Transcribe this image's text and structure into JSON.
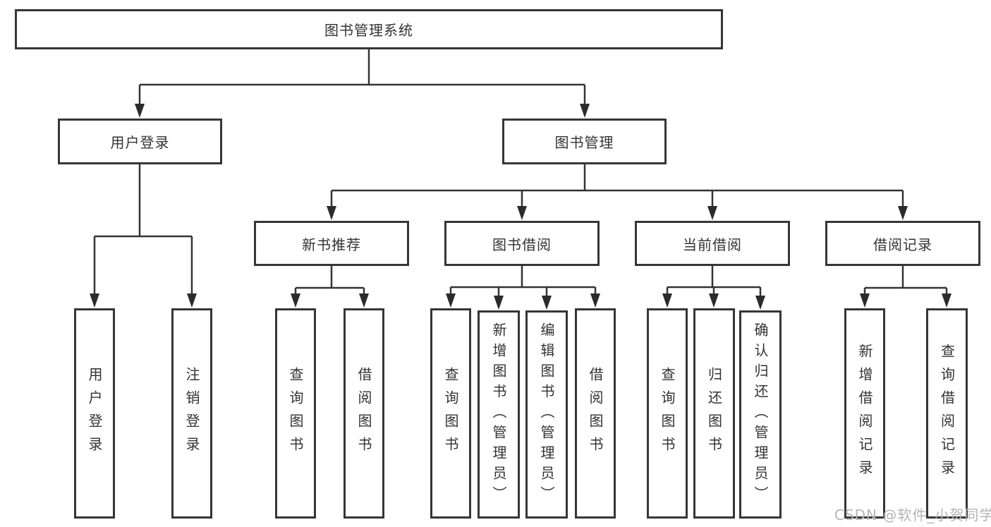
{
  "tree": {
    "root": "图书管理系统",
    "branches": [
      {
        "label": "用户登录",
        "children": [
          "用户登录",
          "注销登录"
        ]
      },
      {
        "label": "图书管理",
        "groups": [
          {
            "label": "新书推荐",
            "children": [
              "查询图书",
              "借阅图书"
            ]
          },
          {
            "label": "图书借阅",
            "children": [
              "查询图书",
              "新增图书（管理员）",
              "编辑图书（管理员）",
              "借阅图书"
            ]
          },
          {
            "label": "当前借阅",
            "children": [
              "查询图书",
              "归还图书",
              "确认归还（管理员）"
            ]
          },
          {
            "label": "借阅记录",
            "children": [
              "新增借阅记录",
              "查询借阅记录"
            ]
          }
        ]
      }
    ]
  },
  "watermark": {
    "text": "CSDN @软件_小贺同学"
  },
  "colors": {
    "line": "#343434",
    "box_border": "#363636",
    "text": "#333333",
    "watermark": "#b4b4b4",
    "background": "#ffffff"
  }
}
